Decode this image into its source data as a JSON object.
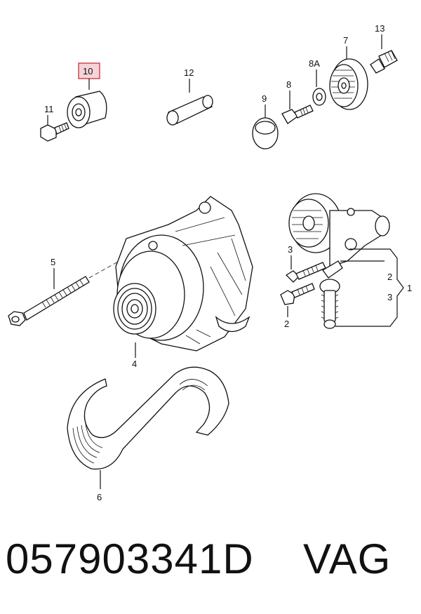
{
  "diagram": {
    "callouts": {
      "c10": "10",
      "c11": "11",
      "c12": "12",
      "c9": "9",
      "c8": "8",
      "c8a": "8A",
      "c7": "7",
      "c13": "13",
      "c5": "5",
      "c4": "4",
      "c3": "3",
      "c2": "2",
      "c6": "6",
      "b2": "2",
      "b3": "3",
      "b1": "1"
    },
    "highlighted_callout": "10",
    "highlight_color": "#f7d3d8"
  },
  "caption": {
    "part_number": "057903341D",
    "brand": "VAG"
  }
}
